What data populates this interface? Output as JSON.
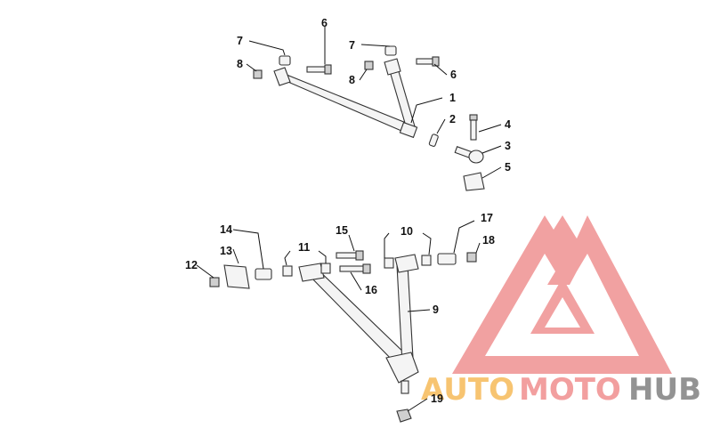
{
  "callouts": [
    "1",
    "2",
    "3",
    "4",
    "5",
    "6",
    "6",
    "7",
    "7",
    "8",
    "8",
    "9",
    "10",
    "11",
    "12",
    "13",
    "14",
    "15",
    "16",
    "17",
    "18",
    "19"
  ],
  "watermark": {
    "part1": "AUTO",
    "part2": "MOTO",
    "part3": "HUB",
    "colors": {
      "logo": "#f19c9c",
      "auto": "#f7c16a",
      "moto": "#f29a9a",
      "hub": "#8e8e8e"
    }
  }
}
